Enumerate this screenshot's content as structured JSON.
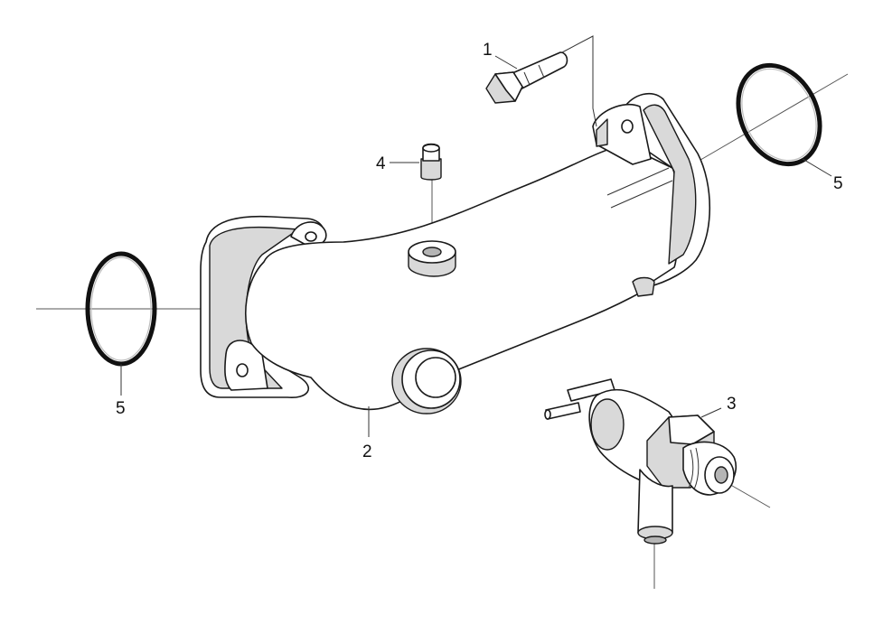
{
  "callouts": {
    "bolt": "1",
    "housing": "2",
    "sensor": "3",
    "plug": "4",
    "o_ring_right": "5",
    "o_ring_left": "5"
  },
  "colors": {
    "background": "#ffffff",
    "line": "#1a1a1a",
    "shade": "#d9d9d9"
  }
}
